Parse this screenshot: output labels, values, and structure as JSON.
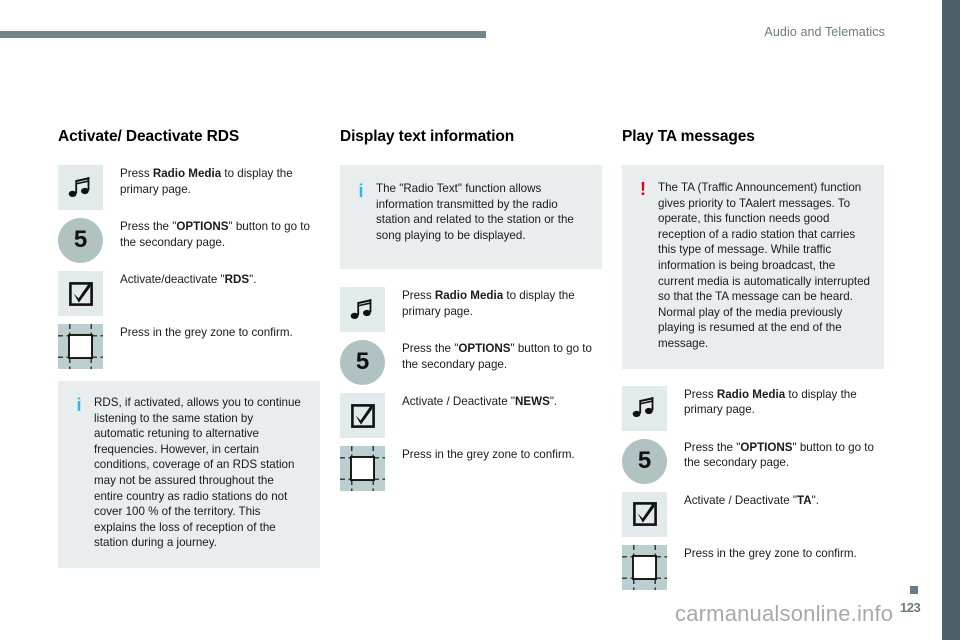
{
  "header": {
    "title": "Audio and Telematics"
  },
  "columns": [
    {
      "title": "Activate/ Deactivate RDS",
      "steps": [
        {
          "icon": "music-note-icon",
          "text_parts": [
            {
              "t": "Press ",
              "b": false
            },
            {
              "t": "Radio Media",
              "b": true
            },
            {
              "t": " to display the primary page.",
              "b": false
            }
          ]
        },
        {
          "icon": "number-circle-icon",
          "number": "5",
          "text_parts": [
            {
              "t": "Press the \"",
              "b": false
            },
            {
              "t": "OPTIONS",
              "b": true
            },
            {
              "t": "\" button to go to the secondary page.",
              "b": false
            }
          ]
        },
        {
          "icon": "checkbox-icon",
          "text_parts": [
            {
              "t": "Activate/deactivate \"",
              "b": false
            },
            {
              "t": "RDS",
              "b": true
            },
            {
              "t": "\".",
              "b": false
            }
          ]
        },
        {
          "icon": "grey-zone-icon",
          "text_parts": [
            {
              "t": "Press in the grey zone to confirm.",
              "b": false
            }
          ]
        }
      ],
      "note": {
        "type": "info",
        "mark": "i",
        "text": "RDS, if activated, allows you to continue listening to the same station by automatic retuning to alternative frequencies. However, in certain conditions, coverage of an RDS station may not be assured throughout the entire country as radio stations do not cover 100 % of the territory. This explains the loss of reception of the station during a journey."
      }
    },
    {
      "title": "Display text information",
      "note": {
        "type": "info",
        "mark": "i",
        "text": "The \"Radio Text\" function allows information transmitted by the radio station and related to the station or the song playing to be displayed."
      },
      "steps": [
        {
          "icon": "music-note-icon",
          "text_parts": [
            {
              "t": "Press ",
              "b": false
            },
            {
              "t": "Radio Media",
              "b": true
            },
            {
              "t": " to display the primary page.",
              "b": false
            }
          ]
        },
        {
          "icon": "number-circle-icon",
          "number": "5",
          "text_parts": [
            {
              "t": "Press the \"",
              "b": false
            },
            {
              "t": "OPTIONS",
              "b": true
            },
            {
              "t": "\" button to go to the secondary page.",
              "b": false
            }
          ]
        },
        {
          "icon": "checkbox-icon",
          "text_parts": [
            {
              "t": "Activate / Deactivate \"",
              "b": false
            },
            {
              "t": "NEWS",
              "b": true
            },
            {
              "t": "\".",
              "b": false
            }
          ]
        },
        {
          "icon": "grey-zone-icon",
          "text_parts": [
            {
              "t": "Press in the grey zone to confirm.",
              "b": false
            }
          ]
        }
      ]
    },
    {
      "title": "Play TA messages",
      "note": {
        "type": "warning",
        "mark": "!",
        "text": "The TA (Traffic Announcement) function gives priority to TAalert messages. To operate, this function needs good reception of a radio station that carries this type of message. While traffic information is being broadcast, the current media is automatically interrupted so that the TA message can be heard. Normal play of the media previously playing is resumed at the end of the message."
      },
      "steps": [
        {
          "icon": "music-note-icon",
          "text_parts": [
            {
              "t": "Press ",
              "b": false
            },
            {
              "t": "Radio Media",
              "b": true
            },
            {
              "t": " to display the primary page.",
              "b": false
            }
          ]
        },
        {
          "icon": "number-circle-icon",
          "number": "5",
          "text_parts": [
            {
              "t": "Press the \"",
              "b": false
            },
            {
              "t": "OPTIONS",
              "b": true
            },
            {
              "t": "\" button to go to the secondary page.",
              "b": false
            }
          ]
        },
        {
          "icon": "checkbox-icon",
          "text_parts": [
            {
              "t": "Activate / Deactivate \"",
              "b": false
            },
            {
              "t": "TA",
              "b": true
            },
            {
              "t": "\".",
              "b": false
            }
          ]
        },
        {
          "icon": "grey-zone-icon",
          "text_parts": [
            {
              "t": "Press in the grey zone to confirm.",
              "b": false
            }
          ]
        }
      ]
    }
  ],
  "footer": {
    "page_number": "123",
    "watermark": "carmanualsonline.info"
  },
  "colors": {
    "header_rule": "#75848a",
    "header_text": "#6b7b84",
    "edge_bar": "#4e6068",
    "icon_box": "#e3eaeb",
    "circle": "#b0c2c2",
    "grey_zone": "#bccfd0",
    "note_bg": "#e9edee",
    "info_mark": "#29b6e8",
    "warning_mark": "#e2001a"
  }
}
